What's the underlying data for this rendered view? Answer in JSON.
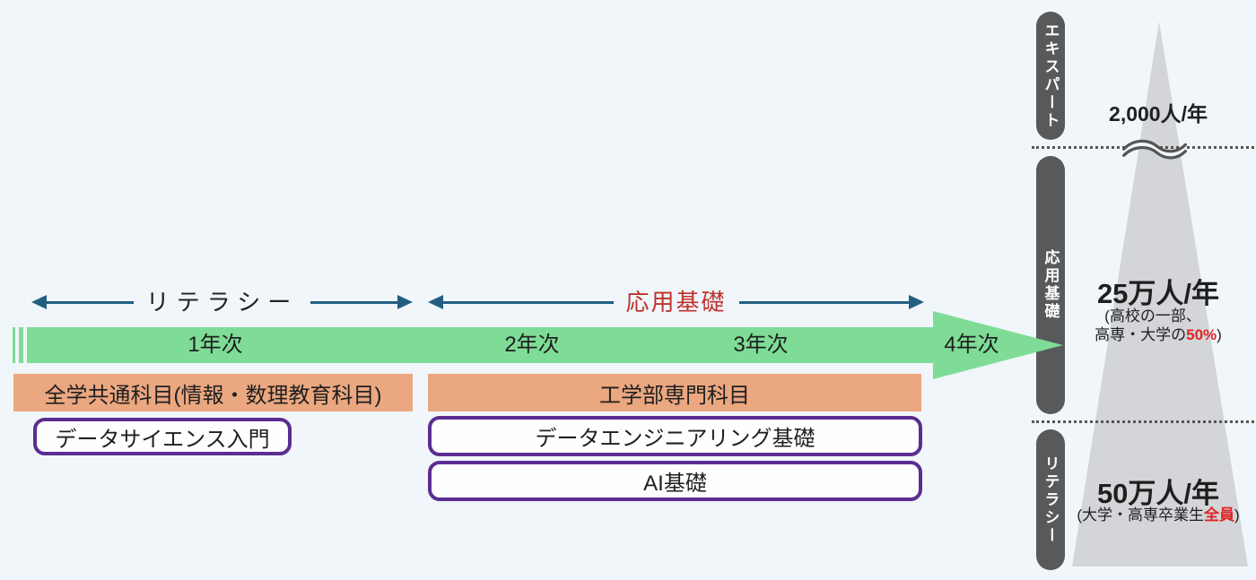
{
  "colors": {
    "background": "#f0f6fa",
    "timeline_green": "#7edc96",
    "subject_orange": "#eba780",
    "course_purple": "#5c2d91",
    "arrow_navy": "#235e82",
    "applied_red": "#c0322c",
    "highlight_red": "#e02424",
    "pill_gray": "#58595b",
    "pyramid_gray": "#d3d5d8"
  },
  "timeline": {
    "literacy_label": "リテラシー",
    "applied_label": "応用基礎",
    "years": [
      "1年次",
      "2年次",
      "3年次",
      "4年次"
    ],
    "boxes": {
      "common": "全学共通科目(情報・数理教育科目)",
      "ds_intro": "データサイエンス入門",
      "engineering": "工学部専門科目",
      "data_eng": "データエンジニアリング基礎",
      "ai": "AI基礎"
    }
  },
  "pyramid": {
    "expert": {
      "label": "エキスパート",
      "count": "2,000人/年"
    },
    "applied": {
      "label": "応用基礎",
      "count": "25万人/年",
      "note1": "(高校の一部、",
      "note2_prefix": "高専・大学の",
      "note2_highlight": "50%",
      "note2_suffix": ")"
    },
    "literacy": {
      "label": "リテラシー",
      "count": "50万人/年",
      "note_prefix": "(大学・高専卒業生",
      "note_highlight": "全員",
      "note_suffix": ")"
    }
  }
}
